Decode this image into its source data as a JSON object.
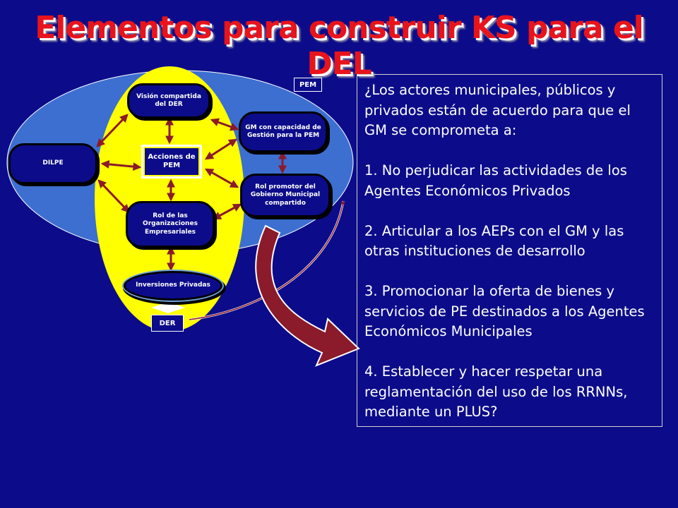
{
  "title": "Elementos para construir KS para el DEL",
  "diagram": {
    "pem_tag": "PEM",
    "der_tag": "DER",
    "nodes": {
      "vision": "Visión compartida del DER",
      "acciones": "Acciones de PEM",
      "gm_capacidad": "GM con capacidad de Gestión para la PEM",
      "dilpe": "DILPE",
      "rol_promotor": "Rol promotor del Gobierno Municipal compartido",
      "rol_organizaciones": "Rol de las Organizaciones Empresariales",
      "inversiones": "Inversiones Privadas"
    },
    "colors": {
      "background": "#0c0c8a",
      "outer_ellipse": "#3c6fd0",
      "inner_ellipse": "#ffff00",
      "arrows": "#8b1a2b",
      "title": "#e8141c"
    }
  },
  "text": {
    "question": "¿Los actores municipales, públicos y privados están de acuerdo para que el GM se comprometa a:",
    "item1": "1. No perjudicar las actividades de  los Agentes Económicos Privados",
    "item2": "2. Articular a los AEPs con el GM y las otras instituciones de desarrollo",
    "item3": "3. Promocionar la oferta de bienes y servicios de PE destinados a los Agentes Económicos Municipales",
    "item4": "4. Establecer y hacer respetar una reglamentación del uso de los RRNNs, mediante un PLUS?"
  }
}
